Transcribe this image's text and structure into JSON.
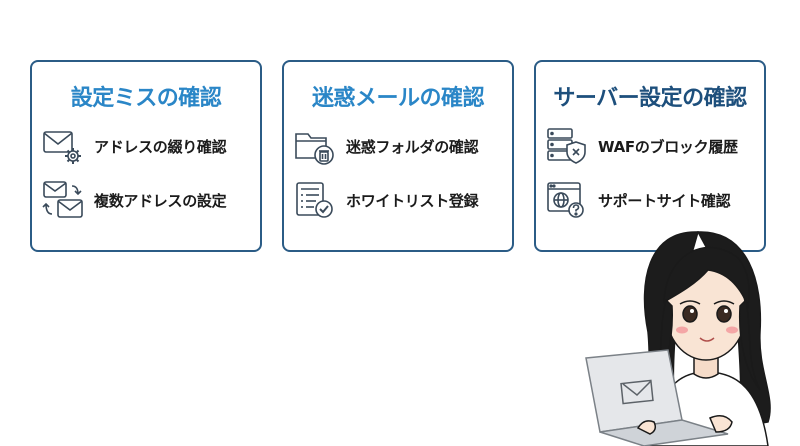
{
  "accent_colors": {
    "card_border": "#2b5c86",
    "title_light_blue": "#2a86c7",
    "title_dark_blue": "#1d4f7c",
    "icon_stroke": "#3a4a5a"
  },
  "cards": [
    {
      "title": "設定ミスの確認",
      "items": [
        {
          "label": "アドレスの綴り確認",
          "icon": "envelope-gear-icon"
        },
        {
          "label": "複数アドレスの設定",
          "icon": "envelopes-exchange-icon"
        }
      ]
    },
    {
      "title": "迷惑メールの確認",
      "items": [
        {
          "label": "迷惑フォルダの確認",
          "icon": "folder-trash-icon"
        },
        {
          "label": "ホワイトリスト登録",
          "icon": "whitelist-check-icon"
        }
      ]
    },
    {
      "title": "サーバー設定の確認",
      "items": [
        {
          "label": "WAFのブロック履歴",
          "icon": "server-shield-icon"
        },
        {
          "label": "サポートサイト確認",
          "icon": "browser-globe-help-icon"
        }
      ]
    }
  ],
  "illustration": {
    "subject": "woman-with-laptop",
    "laptop_icon": "envelope-icon"
  }
}
